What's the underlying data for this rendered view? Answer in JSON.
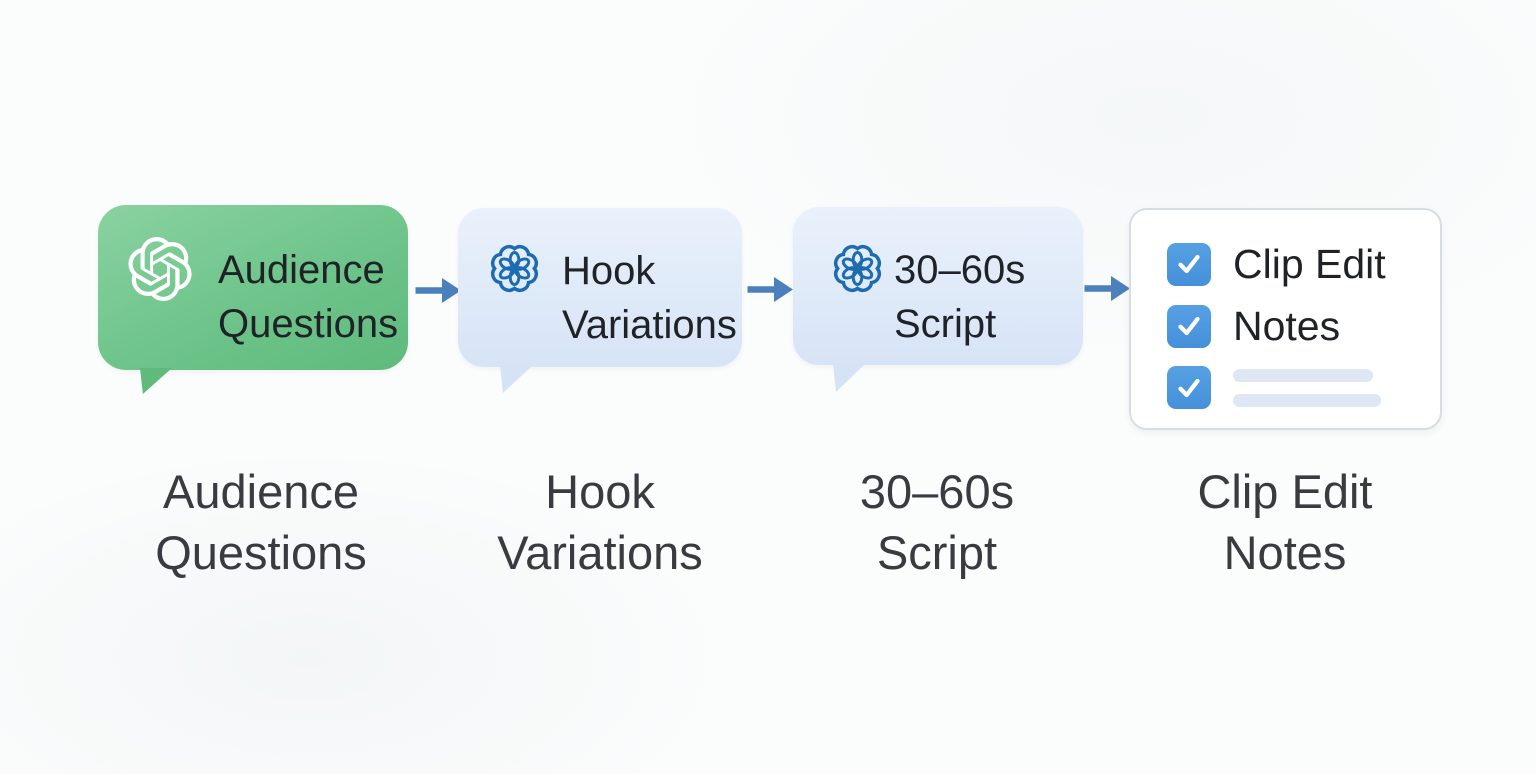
{
  "colors": {
    "pageBg": "#fbfcfc",
    "greenLight": "#8ad2a1",
    "greenDark": "#5fba7c",
    "blueLight": "#e9f1fb",
    "blueDark": "#d7e4f6",
    "tailBlue": "#d5e3f5",
    "iconBlue": "#1d6cb2",
    "arrowBlue": "#4b80bd",
    "checkboxBlue": "#4590da",
    "cardBg": "#ffffff",
    "cardBorder": "#d8dde4",
    "skeleton": "#dee7f3",
    "bubbleText": "#1f2328",
    "captionText": "#383c41",
    "logoWhite": "#ffffff"
  },
  "nodes": [
    {
      "id": "audience-questions",
      "kind": "speech-bubble",
      "icon": "openai-logo-icon",
      "bubble": {
        "line1": "Audience",
        "line2": "Questions"
      },
      "caption": {
        "line1": "Audience",
        "line2": "Questions"
      }
    },
    {
      "id": "hook-variations",
      "kind": "speech-bubble",
      "icon": "flower-badge-icon",
      "bubble": {
        "line1": "Hook",
        "line2": "Variations"
      },
      "caption": {
        "line1": "Hook",
        "line2": "Variations"
      }
    },
    {
      "id": "30-60s-script",
      "kind": "speech-bubble",
      "icon": "flower-badge-icon",
      "bubble": {
        "line1": "30–60s",
        "line2": "Script"
      },
      "caption": {
        "line1": "30–60s",
        "line2": "Script"
      }
    },
    {
      "id": "clip-edit-notes",
      "kind": "checklist-card",
      "icon": "checkbox-checked-icon",
      "checklist": [
        {
          "label": "Clip Edit",
          "checked": true
        },
        {
          "label": "Notes",
          "checked": true
        },
        {
          "label": "",
          "checked": true,
          "placeholder_lines": 2
        }
      ],
      "caption": {
        "line1": "Clip Edit",
        "line2": "Notes"
      }
    }
  ],
  "arrows": [
    {
      "from": "audience-questions",
      "to": "hook-variations",
      "direction": "right"
    },
    {
      "from": "hook-variations",
      "to": "30-60s-script",
      "direction": "right"
    },
    {
      "from": "30-60s-script",
      "to": "clip-edit-notes",
      "direction": "right"
    }
  ]
}
